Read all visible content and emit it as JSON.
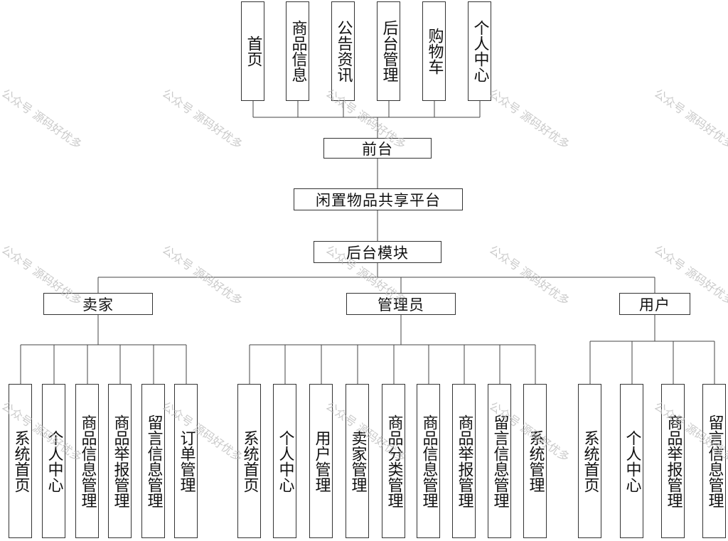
{
  "diagram": {
    "front_modules": [
      "首页",
      "商品信息",
      "公告资讯",
      "后台管理",
      "购物车",
      "个人中心"
    ],
    "front_label": "前台",
    "platform_label": "闲置物品共享平台",
    "backend_label": "后台模块",
    "roles": [
      {
        "name": "卖家",
        "modules": [
          "系统首页",
          "个人中心",
          "商品信息管理",
          "商品举报管理",
          "留言信息管理",
          "订单管理"
        ]
      },
      {
        "name": "管理员",
        "modules": [
          "系统首页",
          "个人中心",
          "用户管理",
          "卖家管理",
          "商品分类管理",
          "商品信息管理",
          "商品举报管理",
          "留言信息管理",
          "系统管理"
        ]
      },
      {
        "name": "用户",
        "modules": [
          "系统首页",
          "个人中心",
          "商品举报管理",
          "留言信息管理"
        ]
      }
    ]
  },
  "watermark": {
    "text": "公众号 源码好优多"
  }
}
